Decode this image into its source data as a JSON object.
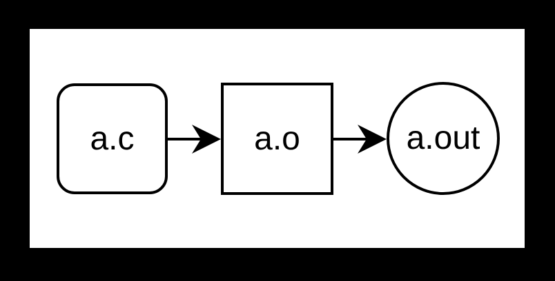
{
  "theme": {
    "page-bg": "#000000",
    "canvas-bg": "#ffffff",
    "stroke": "#000000",
    "text-color": "#000000"
  },
  "diagram": {
    "nodes": [
      {
        "id": "a.c",
        "label": "a.c",
        "shape": "rounded-rectangle"
      },
      {
        "id": "a.o",
        "label": "a.o",
        "shape": "rectangle"
      },
      {
        "id": "a.out",
        "label": "a.out",
        "shape": "circle"
      }
    ],
    "edges": [
      {
        "from": "a.c",
        "to": "a.o",
        "style": "solid-arrow"
      },
      {
        "from": "a.o",
        "to": "a.out",
        "style": "solid-arrow"
      }
    ]
  }
}
